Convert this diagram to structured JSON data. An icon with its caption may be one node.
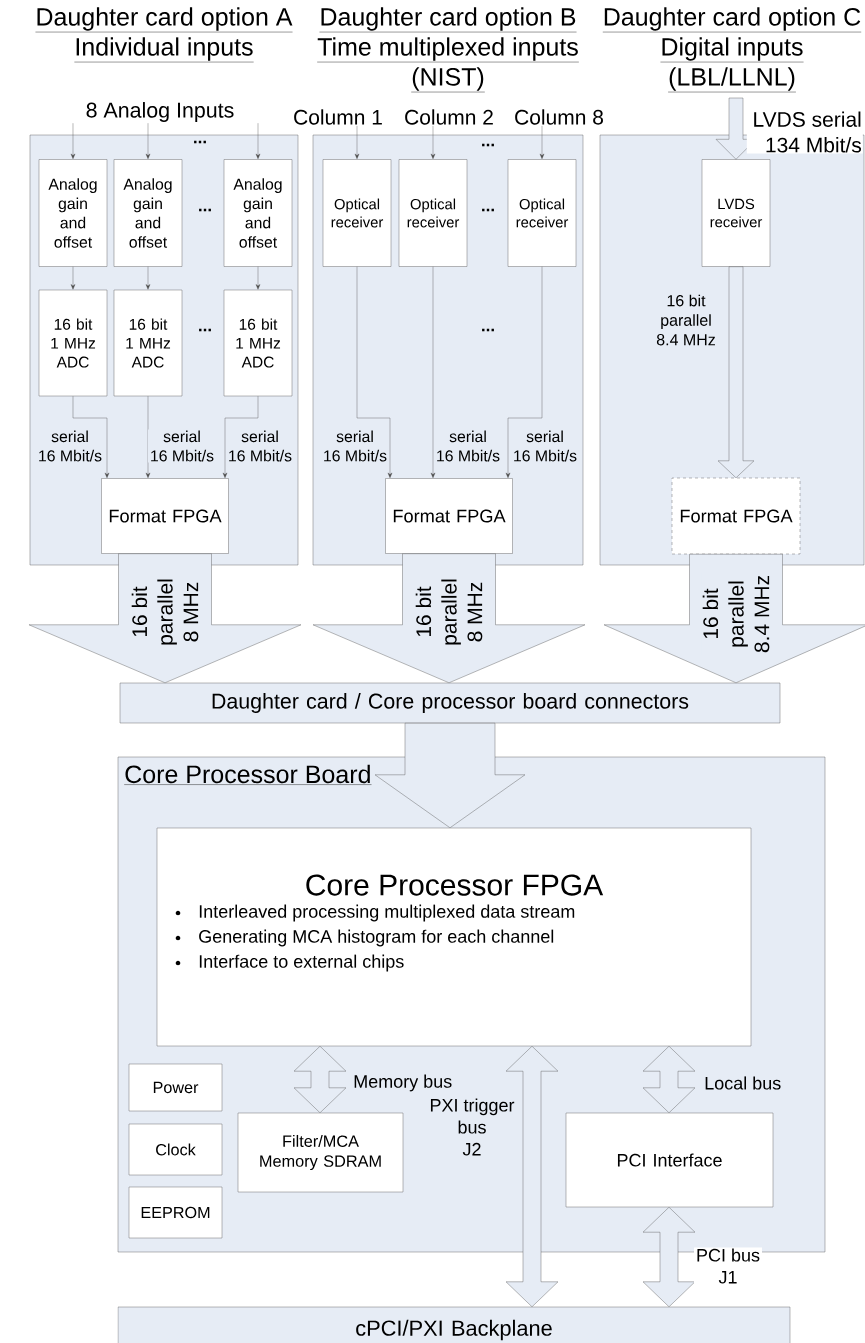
{
  "diagram": {
    "nodes": [
      {
        "text": [
          "Daughter card option A",
          "Individual inputs"
        ]
      },
      {
        "text": [
          "8 Analog Inputs"
        ]
      },
      {
        "text": [
          "Analog gain and offset"
        ],
        "in": 0
      },
      {
        "text": [
          "Analog gain and offset"
        ],
        "in": 0
      },
      {
        "text": [
          "Analog gain and offset"
        ],
        "in": 0
      },
      {
        "text": [
          "16 bit 1 MHz ADC"
        ],
        "in": 0
      },
      {
        "text": [
          "16 bit 1 MHz ADC"
        ],
        "in": 0
      },
      {
        "text": [
          "16 bit 1 MHz ADC"
        ],
        "in": 0
      },
      {
        "text": [
          "Format FPGA"
        ],
        "in": 0
      },
      {
        "text": [
          "Daughter card option B",
          "Time multiplexed inputs",
          "(NIST)"
        ]
      },
      {
        "text": [
          "Column 1"
        ]
      },
      {
        "text": [
          "Column 2"
        ]
      },
      {
        "text": [
          "Column 8"
        ]
      },
      {
        "text": [
          "Optical receiver"
        ],
        "in": 9
      },
      {
        "text": [
          "Optical receiver"
        ],
        "in": 9
      },
      {
        "text": [
          "Optical receiver"
        ],
        "in": 9
      },
      {
        "text": [
          "Format FPGA"
        ],
        "in": 9
      },
      {
        "text": [
          "Daughter card option C",
          "Digital inputs",
          "(LBL/LLNL)"
        ]
      },
      {
        "text": [
          "LVDS receiver"
        ],
        "in": 17
      },
      {
        "text": [
          "Format FPGA"
        ],
        "in": 17
      },
      {
        "text": [
          "Daughter card / Core processor board connectors"
        ]
      },
      {
        "text": [
          "Core Processor Board"
        ]
      },
      {
        "text": [
          "Core Processor FPGA",
          "Interleaved processing multiplexed data stream",
          "Generating MCA histogram for each channel",
          "Interface to external chips"
        ],
        "in": 21
      },
      {
        "text": [
          "Power"
        ],
        "in": 21
      },
      {
        "text": [
          "Clock"
        ],
        "in": 21
      },
      {
        "text": [
          "EEPROM"
        ],
        "in": 21
      },
      {
        "text": [
          "Filter/MCA Memory SDRAM"
        ],
        "in": 21
      },
      {
        "text": [
          "PCI Interface"
        ],
        "in": 21
      },
      {
        "text": [
          "cPCI/PXI Backplane"
        ]
      }
    ],
    "edges": [
      {
        "from": 1,
        "to": 2,
        "arrow": "to"
      },
      {
        "from": 1,
        "to": 3,
        "arrow": "to"
      },
      {
        "from": 1,
        "to": 4,
        "arrow": "to"
      },
      {
        "from": 2,
        "to": 5,
        "arrow": "to"
      },
      {
        "from": 3,
        "to": 6,
        "arrow": "to"
      },
      {
        "from": 4,
        "to": 7,
        "arrow": "to"
      },
      {
        "from": 5,
        "to": 8,
        "arrow": "to",
        "label": "serial 16 Mbit/s"
      },
      {
        "from": 6,
        "to": 8,
        "arrow": "to",
        "label": "serial 16 Mbit/s"
      },
      {
        "from": 7,
        "to": 8,
        "arrow": "to",
        "label": "serial 16 Mbit/s"
      },
      {
        "from": 8,
        "to": 20,
        "arrow": "to",
        "style": "thick",
        "label": "16 bit parallel 8 MHz"
      },
      {
        "from": 10,
        "to": 13,
        "arrow": "to"
      },
      {
        "from": 11,
        "to": 14,
        "arrow": "to"
      },
      {
        "from": 12,
        "to": 15,
        "arrow": "to"
      },
      {
        "from": 13,
        "to": 16,
        "arrow": "to",
        "label": "serial 16 Mbit/s"
      },
      {
        "from": 14,
        "to": 16,
        "arrow": "to",
        "label": "serial 16 Mbit/s"
      },
      {
        "from": 15,
        "to": 16,
        "arrow": "to",
        "label": "serial 16 Mbit/s"
      },
      {
        "from": 16,
        "to": 20,
        "arrow": "to",
        "style": "thick",
        "label": "16 bit parallel 8 MHz"
      },
      {
        "from": null,
        "to": 18,
        "arrow": "to",
        "style": "thick",
        "label": "LVDS serial 134 Mbit/s"
      },
      {
        "from": 18,
        "to": 19,
        "arrow": "to",
        "style": "thick",
        "label": "16 bit parallel 8.4 MHz"
      },
      {
        "from": 19,
        "to": 20,
        "arrow": "to",
        "style": "thick",
        "label": "16 bit parallel 8.4 MHz"
      },
      {
        "from": 20,
        "to": 22,
        "arrow": "to",
        "style": "thick"
      },
      {
        "from": 22,
        "to": 26,
        "arrow": "both",
        "style": "thick",
        "label": "Memory bus"
      },
      {
        "from": 22,
        "to": 28,
        "arrow": "both",
        "style": "thick",
        "label": "PXI trigger bus J2"
      },
      {
        "from": 22,
        "to": 27,
        "arrow": "both",
        "style": "thick",
        "label": "Local bus"
      },
      {
        "from": 27,
        "to": 28,
        "arrow": "both",
        "style": "thick",
        "label": "PCI bus J1"
      }
    ],
    "labels": [
      "...",
      "...",
      "...",
      "...",
      "...",
      "..."
    ]
  }
}
